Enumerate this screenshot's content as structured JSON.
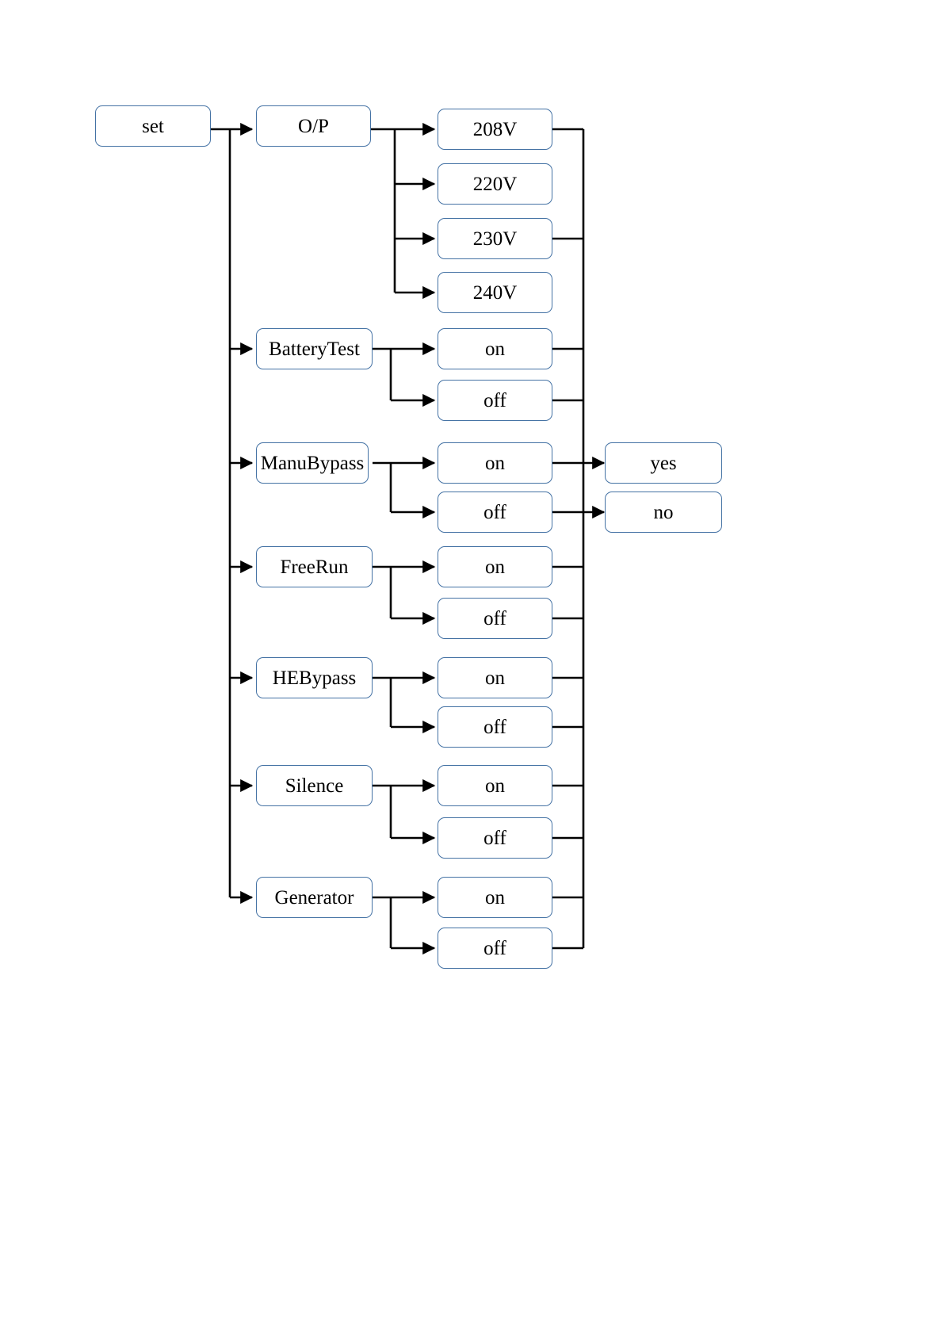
{
  "diagram": {
    "title": "UPS set menu tree",
    "type": "flowchart",
    "colors": {
      "node_border": "#4472a4",
      "node_fill": "#ffffff",
      "connector": "#000000",
      "text": "#000000"
    },
    "root": {
      "id": "set",
      "label": "set"
    },
    "menu_items": [
      {
        "id": "op",
        "label": "O/P"
      },
      {
        "id": "batterytest",
        "label": "BatteryTest"
      },
      {
        "id": "manubypass",
        "label": "ManuBypass"
      },
      {
        "id": "freerun",
        "label": "FreeRun"
      },
      {
        "id": "hebypass",
        "label": "HEBypass"
      },
      {
        "id": "silence",
        "label": "Silence"
      },
      {
        "id": "generator",
        "label": "Generator"
      }
    ],
    "options": [
      {
        "id": "op-208",
        "label": "208V",
        "parent": "op"
      },
      {
        "id": "op-220",
        "label": "220V",
        "parent": "op"
      },
      {
        "id": "op-230",
        "label": "230V",
        "parent": "op"
      },
      {
        "id": "op-240",
        "label": "240V",
        "parent": "op"
      },
      {
        "id": "batterytest-on",
        "label": "on",
        "parent": "batterytest"
      },
      {
        "id": "batterytest-off",
        "label": "off",
        "parent": "batterytest"
      },
      {
        "id": "manubypass-on",
        "label": "on",
        "parent": "manubypass"
      },
      {
        "id": "manubypass-off",
        "label": "off",
        "parent": "manubypass"
      },
      {
        "id": "freerun-on",
        "label": "on",
        "parent": "freerun"
      },
      {
        "id": "freerun-off",
        "label": "off",
        "parent": "freerun"
      },
      {
        "id": "hebypass-on",
        "label": "on",
        "parent": "hebypass"
      },
      {
        "id": "hebypass-off",
        "label": "off",
        "parent": "hebypass"
      },
      {
        "id": "silence-on",
        "label": "on",
        "parent": "silence"
      },
      {
        "id": "silence-off",
        "label": "off",
        "parent": "silence"
      },
      {
        "id": "generator-on",
        "label": "on",
        "parent": "generator"
      },
      {
        "id": "generator-off",
        "label": "off",
        "parent": "generator"
      }
    ],
    "confirmations": [
      {
        "id": "yes",
        "label": "yes"
      },
      {
        "id": "no",
        "label": "no"
      }
    ]
  }
}
